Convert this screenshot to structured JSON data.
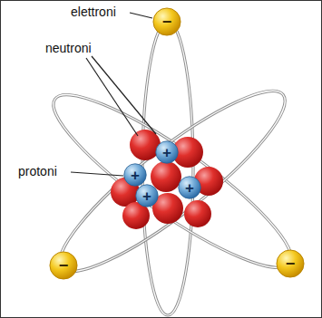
{
  "diagram": {
    "nodes": [
      {
        "text": [
          "−"
        ]
      },
      {
        "text": [
          "−"
        ]
      },
      {
        "text": [
          "−"
        ]
      },
      {
        "text": [
          "+"
        ]
      },
      {
        "text": [
          "+"
        ]
      },
      {
        "text": [
          "+"
        ]
      },
      {
        "text": [
          "+"
        ]
      }
    ],
    "labels": [
      "elettroni",
      "neutroni",
      "protoni"
    ]
  }
}
